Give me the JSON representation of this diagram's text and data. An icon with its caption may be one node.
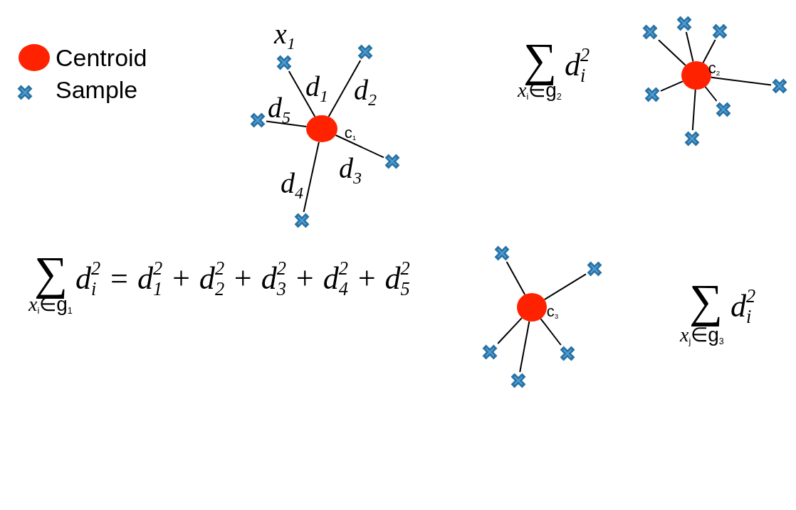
{
  "diagram": {
    "nodes": [
      {
        "text": [],
        "shape": "circle",
        "beside": [
          "c$_{1}$"
        ]
      },
      {
        "text": [],
        "shape": "cross",
        "beside": [
          "x$_{1}$"
        ]
      },
      {
        "text": [],
        "shape": "cross"
      },
      {
        "text": [],
        "shape": "cross"
      },
      {
        "text": [],
        "shape": "cross"
      },
      {
        "text": [],
        "shape": "cross"
      },
      {
        "text": [],
        "shape": "circle",
        "beside": [
          "c$_{2}$"
        ]
      },
      {
        "text": [],
        "shape": "cross"
      },
      {
        "text": [],
        "shape": "cross"
      },
      {
        "text": [],
        "shape": "cross"
      },
      {
        "text": [],
        "shape": "cross"
      },
      {
        "text": [],
        "shape": "cross"
      },
      {
        "text": [],
        "shape": "cross"
      },
      {
        "text": [],
        "shape": "cross"
      },
      {
        "text": [],
        "shape": "circle",
        "beside": [
          "c$_{3}$"
        ]
      },
      {
        "text": [],
        "shape": "cross"
      },
      {
        "text": [],
        "shape": "cross"
      },
      {
        "text": [],
        "shape": "cross"
      },
      {
        "text": [],
        "shape": "cross"
      },
      {
        "text": [],
        "shape": "cross"
      }
    ],
    "edges": [
      {
        "from": 0,
        "to": 1,
        "arrow": "none",
        "label": "d$_{1}$"
      },
      {
        "from": 0,
        "to": 2,
        "arrow": "none",
        "label": "d$_{2}$"
      },
      {
        "from": 0,
        "to": 3,
        "arrow": "none",
        "label": "d$_{3}$"
      },
      {
        "from": 0,
        "to": 4,
        "arrow": "none",
        "label": "d$_{4}$"
      },
      {
        "from": 0,
        "to": 5,
        "arrow": "none",
        "label": "d$_{5}$"
      },
      {
        "from": 6,
        "to": 7,
        "arrow": "none"
      },
      {
        "from": 6,
        "to": 8,
        "arrow": "none"
      },
      {
        "from": 6,
        "to": 9,
        "arrow": "none"
      },
      {
        "from": 6,
        "to": 10,
        "arrow": "none"
      },
      {
        "from": 6,
        "to": 11,
        "arrow": "none"
      },
      {
        "from": 6,
        "to": 12,
        "arrow": "none"
      },
      {
        "from": 6,
        "to": 13,
        "arrow": "none"
      },
      {
        "from": 14,
        "to": 15,
        "arrow": "none"
      },
      {
        "from": 14,
        "to": 16,
        "arrow": "none"
      },
      {
        "from": 14,
        "to": 17,
        "arrow": "none"
      },
      {
        "from": 14,
        "to": 18,
        "arrow": "none"
      },
      {
        "from": 14,
        "to": 19,
        "arrow": "none"
      }
    ],
    "labels": [
      "∑ d$_{i}$$^{2}$",
      "x$_{i}$∈g$_{2}$",
      "∑ d$_{i}$$^{2}$ = d$_{1}$$^{2}$ + d$_{2}$$^{2}$ + d$_{3}$$^{2}$ + d$_{4}$$^{2}$ + d$_{5}$$^{2}$",
      "x$_{i}$∈g$_{1}$",
      "∑ d$_{i}$$^{2}$",
      "x$_{j}$∈g$_{3}$"
    ],
    "legend": [
      {
        "text": "Centroid",
        "color": "#ff2200"
      },
      {
        "text": "Sample"
      }
    ]
  }
}
